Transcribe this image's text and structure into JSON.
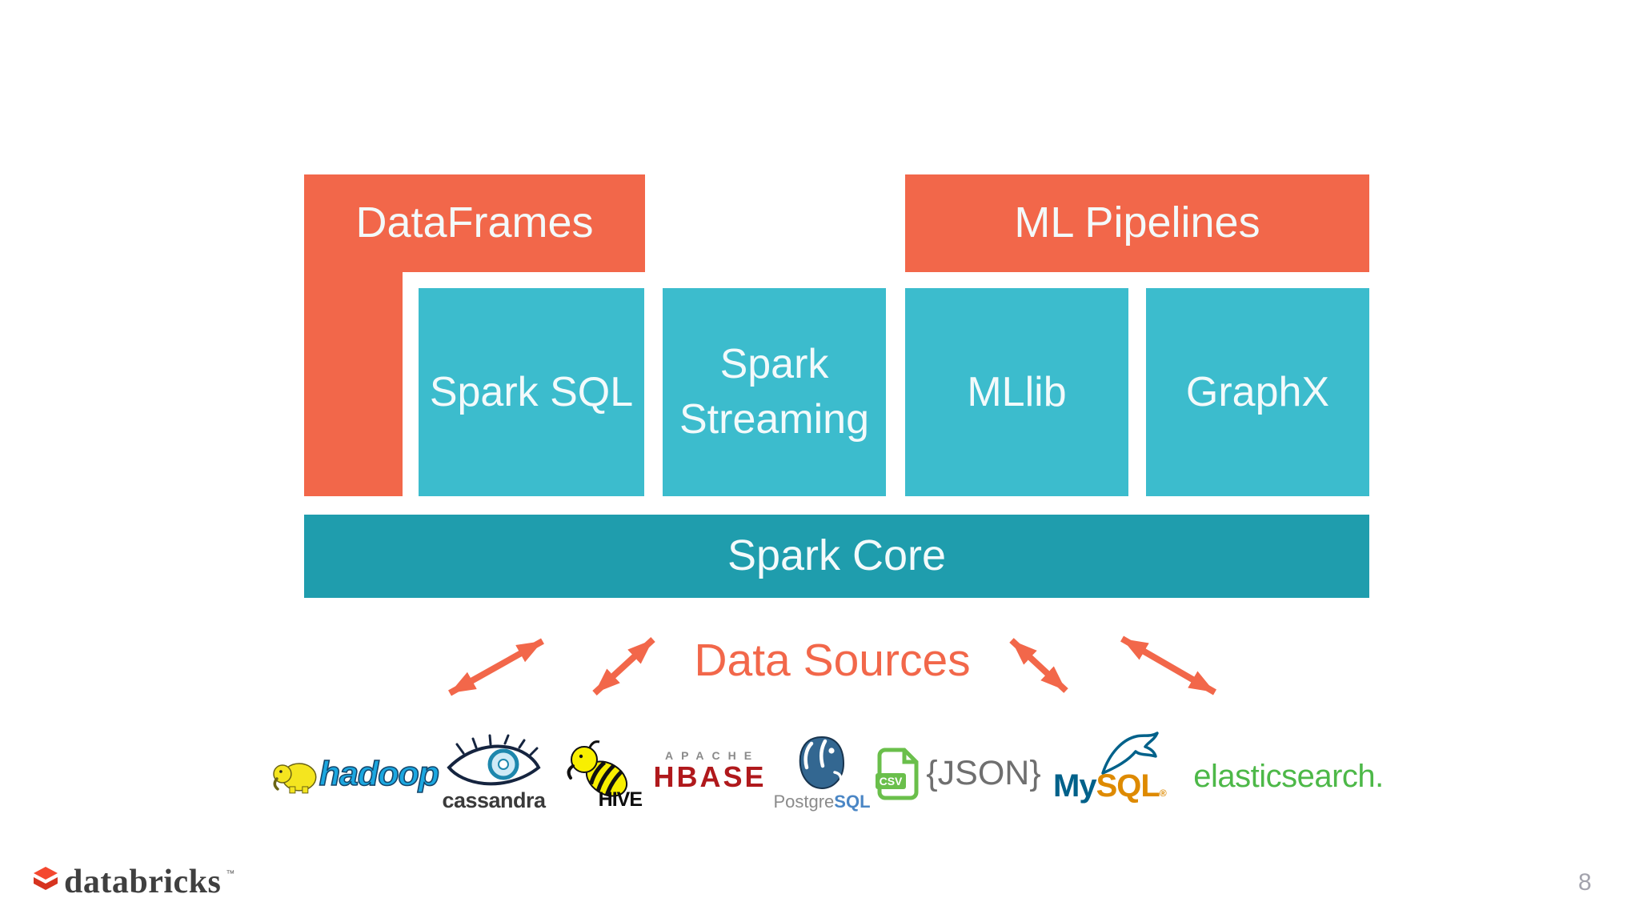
{
  "slide": {
    "page_number": "8",
    "background": "#ffffff"
  },
  "colors": {
    "orange": "#f2674a",
    "teal_light": "#3cbccd",
    "teal_dark": "#1f9dad",
    "hadoop_blue": "#1ba7e0",
    "cassandra_dark": "#3a3a3a",
    "apache_gray": "#8a8a8a",
    "hbase_red": "#b0191c",
    "postgres_blue": "#336791",
    "csv_green": "#6abf4b",
    "json_gray": "#6f6f6f",
    "mysql_blue": "#00618a",
    "mysql_orange": "#de8a00",
    "elastic_green": "#4db848",
    "databricks_red": "#ee3d2c",
    "databricks_text": "#3f3f3f",
    "page_gray": "#a3a3ad"
  },
  "diagram": {
    "dataframes_label": "DataFrames",
    "ml_pipelines_label": "ML Pipelines",
    "components": [
      {
        "id": "spark-sql",
        "label": "Spark SQL"
      },
      {
        "id": "spark-streaming",
        "label": "Spark Streaming"
      },
      {
        "id": "mllib",
        "label": "MLlib"
      },
      {
        "id": "graphx",
        "label": "GraphX"
      }
    ],
    "core_label": "Spark Core",
    "data_sources_label": "Data Sources"
  },
  "logos": {
    "hadoop": {
      "text": "hadoop"
    },
    "cassandra": {
      "text": "cassandra"
    },
    "hive": {
      "text": "HIVE"
    },
    "hbase": {
      "apache": "APACHE",
      "text": "HBASE"
    },
    "postgresql": {
      "text_gray": "Postgre",
      "text_blue": "SQL"
    },
    "csv": {
      "text": "CSV"
    },
    "json": {
      "text": "{JSON}"
    },
    "mysql": {
      "text_my": "My",
      "text_sql": "SQL",
      "reg": "®"
    },
    "elasticsearch": {
      "text": "elasticsearch."
    }
  },
  "footer": {
    "brand": "databricks",
    "tm": "™"
  }
}
